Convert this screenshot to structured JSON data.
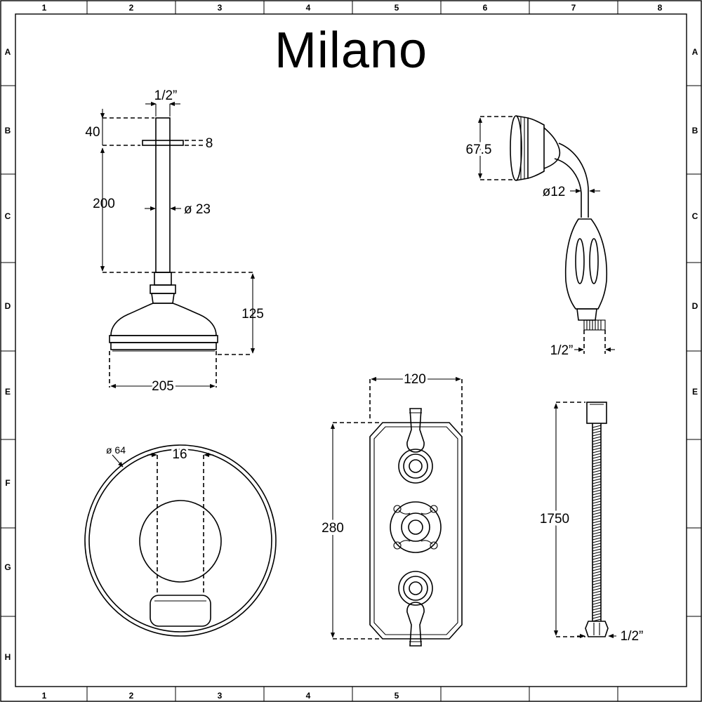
{
  "title": "Milano",
  "columns": [
    "1",
    "2",
    "3",
    "4",
    "5",
    "6",
    "7",
    "8"
  ],
  "rows": [
    "A",
    "B",
    "C",
    "D",
    "E",
    "F",
    "G",
    "H"
  ],
  "dimensions": {
    "arm_thread": "1/2”",
    "arm_top": "40",
    "flange_thickness": "8",
    "arm_length": "200",
    "arm_diameter": "ø 23",
    "head_height": "125",
    "head_width": "205",
    "handset_head": "67.5",
    "handset_neck": "ø12",
    "handset_thread": "1/2”",
    "plate_width": "120",
    "plate_height": "280",
    "hose_length": "1750",
    "hose_thread": "1/2”",
    "wall_diameter": "ø 64",
    "wall_depth": "16"
  }
}
